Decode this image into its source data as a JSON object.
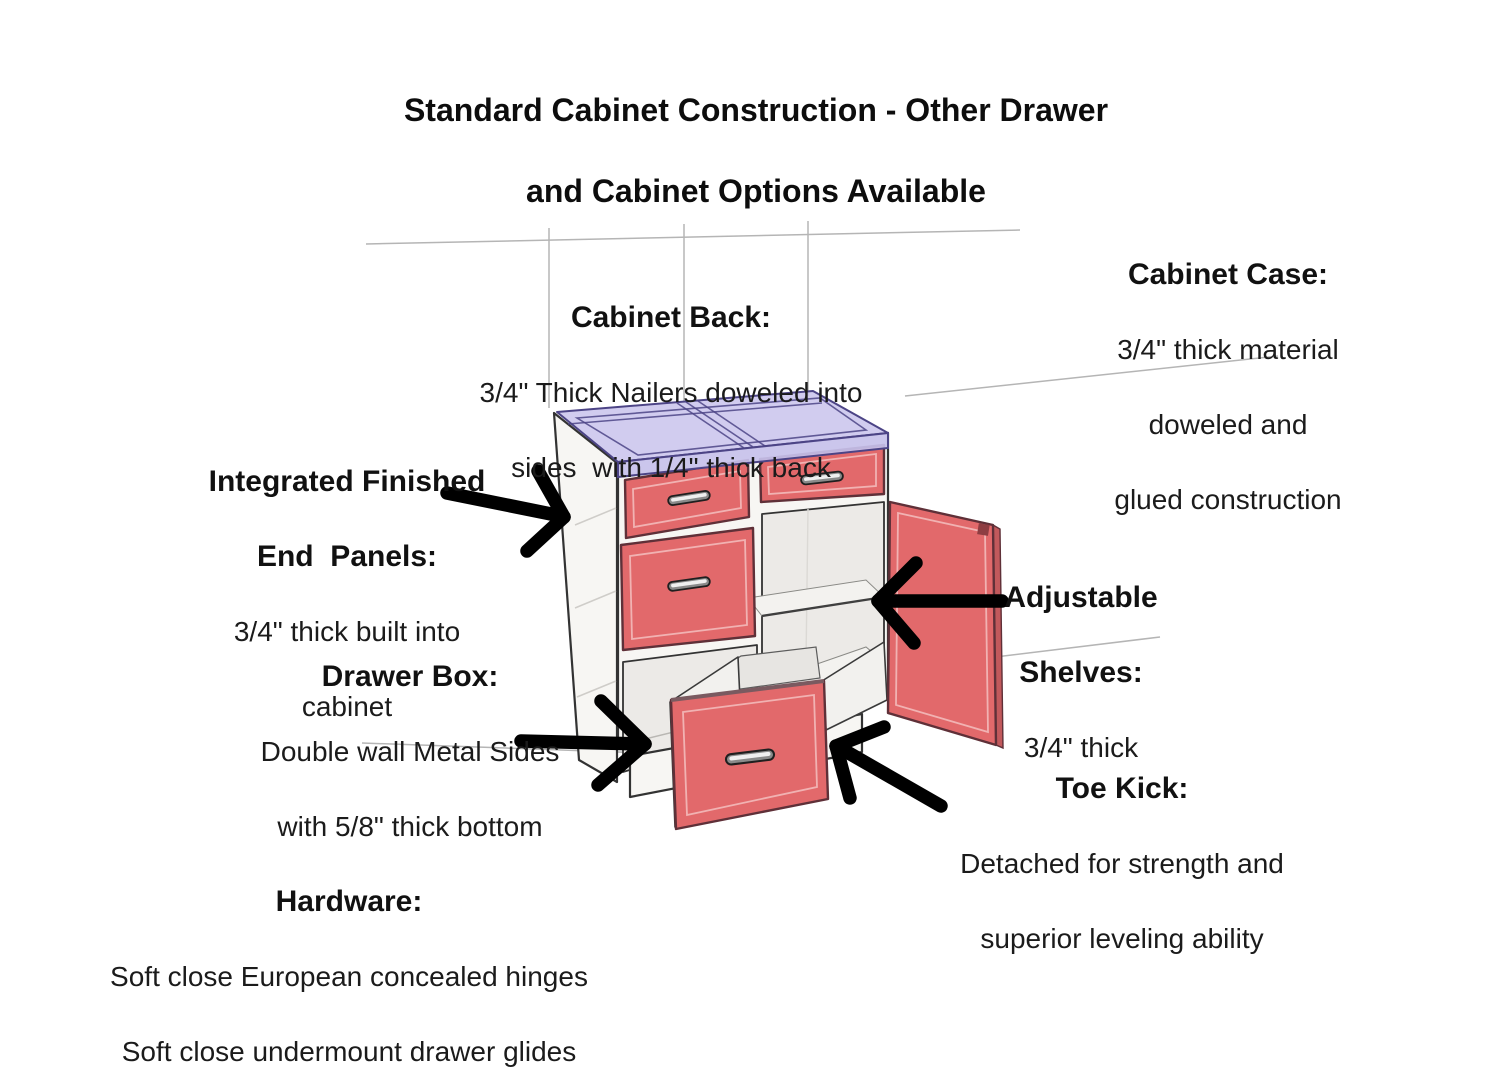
{
  "title": {
    "line1": "Standard Cabinet Construction - Other Drawer",
    "line2": "and Cabinet Options Available"
  },
  "labels": {
    "cabinet_back": {
      "heading": [
        "Cabinet Back:"
      ],
      "body": [
        "3/4\" Thick Nailers doweled into",
        "sides  with 1/4\" thick back"
      ]
    },
    "cabinet_case": {
      "heading": [
        "Cabinet Case:"
      ],
      "body": [
        "3/4\" thick material",
        "doweled and",
        "glued construction"
      ]
    },
    "end_panels": {
      "heading": [
        "Integrated Finished",
        "End  Panels:"
      ],
      "body": [
        "3/4\" thick built into",
        "cabinet"
      ]
    },
    "adjustable_shelves": {
      "heading": [
        "Adjustable",
        "Shelves:"
      ],
      "body": [
        "3/4\" thick"
      ]
    },
    "drawer_box": {
      "heading": [
        "Drawer Box:"
      ],
      "body": [
        "Double wall Metal Sides",
        "with 5/8\" thick bottom"
      ]
    },
    "toe_kick": {
      "heading": [
        "Toe Kick:"
      ],
      "body": [
        "Detached for strength and",
        "superior leveling ability"
      ]
    },
    "hardware": {
      "heading": [
        "Hardware:"
      ],
      "body": [
        "Soft close European concealed hinges",
        "Soft close undermount drawer glides"
      ]
    }
  },
  "diagram_parts": [
    "cabinet-top-frame-with-nailers",
    "left-integrated-end-panel",
    "top-drawer-left",
    "top-drawer-right",
    "middle-drawer",
    "adjustable-shelf",
    "open-door",
    "pulled-out-drawer-box",
    "detached-toe-kick"
  ],
  "colors": {
    "red": "#e2696b",
    "red-dark": "#5f3038",
    "red-light": "#f1b2b2",
    "purple": "#c7c1ec",
    "purple-dark": "#4c4486",
    "case-white": "#f7f6f3",
    "interior": "#eceae7",
    "outline": "#333333",
    "guide": "#b5b5b5",
    "arrow": "#000000",
    "text": "#1b1b1b"
  }
}
